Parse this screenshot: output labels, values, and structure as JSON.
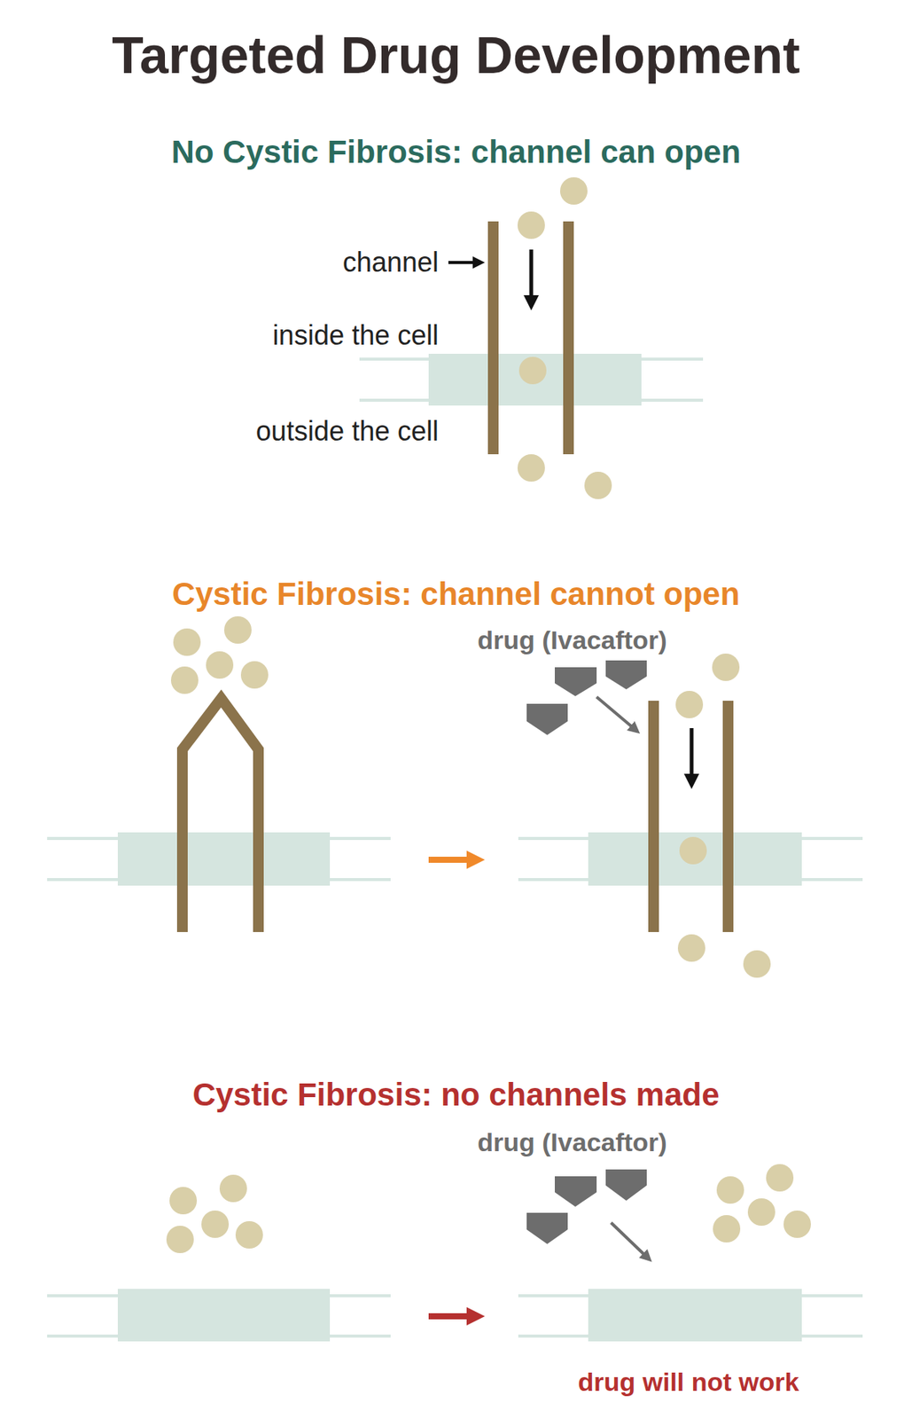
{
  "diagram": {
    "title": "Targeted Drug Development",
    "labels": [
      "No Cystic Fibrosis: channel can open",
      "channel",
      "inside the cell",
      "outside the cell",
      "Cystic Fibrosis: channel cannot open",
      "drug (Ivacaftor)",
      "Cystic Fibrosis: no channels made",
      "drug (Ivacaftor)",
      "drug will not work"
    ]
  }
}
